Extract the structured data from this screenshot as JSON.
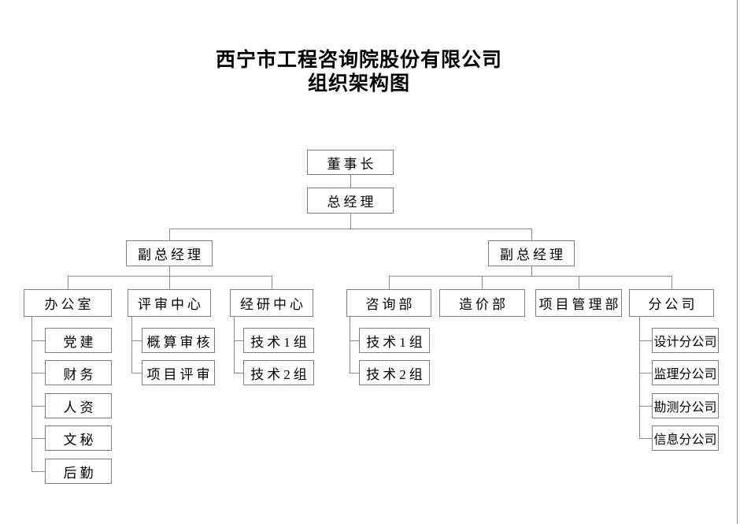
{
  "page": {
    "background": "#ffffff",
    "box_border_color": "#7f7f7f",
    "connector_color": "#8c8c8c",
    "edge_line_color": "#8a8a8a"
  },
  "title": {
    "line1": "西宁市工程咨询院股份有限公司",
    "line2": "组织架构图"
  },
  "org": {
    "chairman": "董事长",
    "general_manager": "总经理",
    "deputy_general_manager_left": "副总经理",
    "deputy_general_manager_right": "副总经理",
    "departments": {
      "office": {
        "label": "办公室",
        "children": [
          "党建",
          "财务",
          "人资",
          "文秘",
          "后勤"
        ]
      },
      "review_center": {
        "label": "评审中心",
        "children": [
          "概算审核",
          "项目评审"
        ]
      },
      "research_center": {
        "label": "经研中心",
        "children": [
          "技术1组",
          "技术2组"
        ]
      },
      "consulting_dept": {
        "label": "咨询部",
        "children": [
          "技术1组",
          "技术2组"
        ]
      },
      "cost_dept": {
        "label": "造价部",
        "children": []
      },
      "project_management_dept": {
        "label": "项目管理部",
        "children": []
      },
      "branch_company": {
        "label": "分公司",
        "children": [
          "设计分公司",
          "监理分公司",
          "勘测分公司",
          "信息分公司"
        ]
      }
    }
  }
}
